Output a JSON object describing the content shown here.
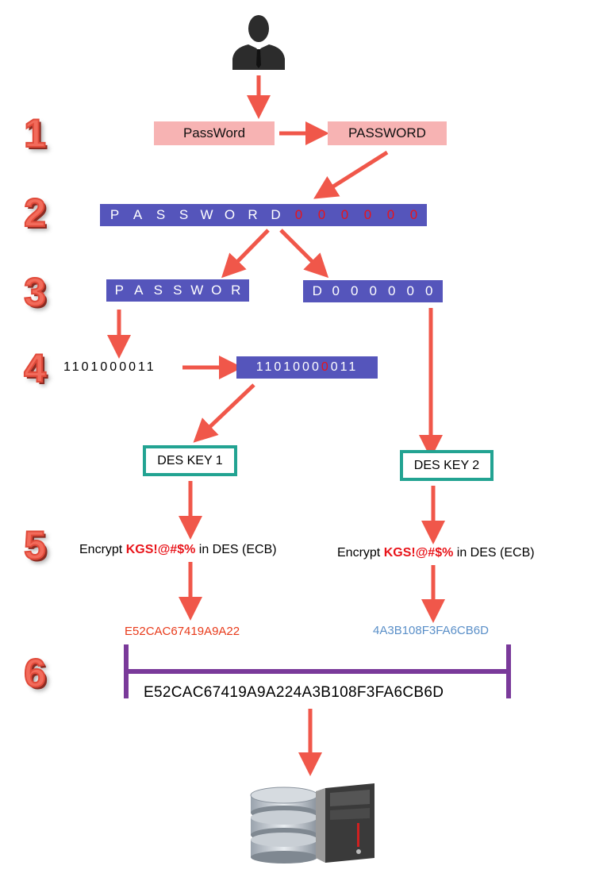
{
  "steps": [
    "1",
    "2",
    "3",
    "4",
    "5",
    "6"
  ],
  "step1": {
    "input": "PassWord",
    "uppercased": "PASSWORD"
  },
  "step2": {
    "letters": [
      "P",
      "A",
      "S",
      "S",
      "W",
      "O",
      "R",
      "D"
    ],
    "padding": [
      "0",
      "0",
      "0",
      "0",
      "0",
      "0"
    ]
  },
  "step3": {
    "left": [
      "P",
      "A",
      "S",
      "S",
      "W",
      "O",
      "R"
    ],
    "right": [
      "D",
      "0",
      "0",
      "0",
      "0",
      "0",
      "0"
    ]
  },
  "step4": {
    "bits": "1101000011",
    "parity_bits_before": "1101000",
    "parity_bit": "0",
    "parity_bits_after": "011"
  },
  "keys": {
    "key1": "DES KEY 1",
    "key2": "DES KEY 2"
  },
  "step5": {
    "encrypt_prefix": "Encrypt",
    "magic": "KGS!@#$%",
    "encrypt_suffix": "in DES (ECB)"
  },
  "results": {
    "hash1": "E52CAC67419A9A22",
    "hash2": "4A3B108F3FA6CB6D",
    "combined": "E52CAC67419A9A224A3B108F3FA6CB6D"
  },
  "colors": {
    "arrow": "#f0574a",
    "step_number": "#f26b5b",
    "pink_box": "#f7b3b3",
    "bar": "#5555bb",
    "highlight_red": "#e8141a",
    "key_border": "#22a392",
    "hash1": "#e83a1a",
    "hash2": "#5a8fc8",
    "bracket": "#7a3a9a"
  },
  "icons": {
    "user": "user-icon",
    "database": "database-icon",
    "server": "server-tower-icon"
  }
}
